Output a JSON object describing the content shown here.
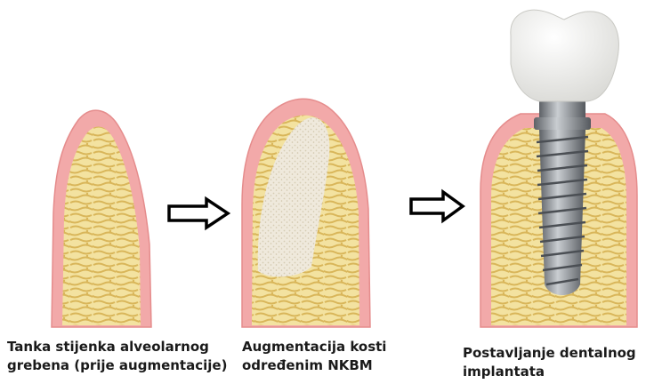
{
  "steps": [
    {
      "caption_line1": "Tanka stijenka alveolarnog",
      "caption_line2": "grebena (prije augmentacije)"
    },
    {
      "caption_line1": "Augmentacija kosti",
      "caption_line2": "određenim NKBM"
    },
    {
      "caption_line1": "Postavljanje dentalnog",
      "caption_line2": "implantata"
    }
  ],
  "colors": {
    "gum": "#f2a9a9",
    "gum_edge": "#e58c8c",
    "bone": "#f3e2a0",
    "bone_pattern": "#d9b65a",
    "graft": "#efe9dc",
    "implant": "#8b8f94",
    "crown": "#f4f4f2",
    "arrow": "#000000"
  }
}
